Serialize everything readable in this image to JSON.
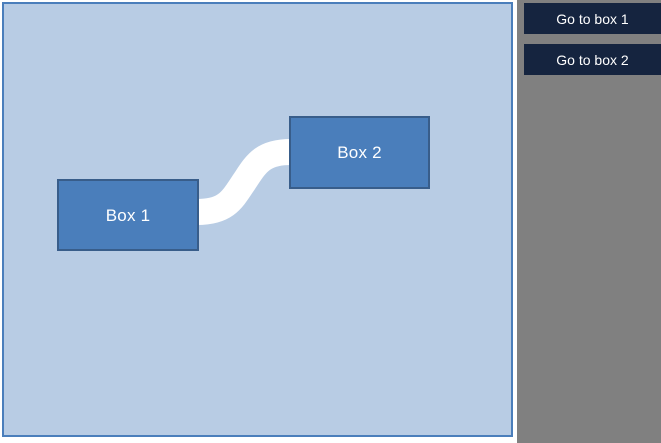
{
  "canvas": {
    "background_color": "#b8cce4",
    "border_color": "#4a7ebb",
    "boxes": [
      {
        "id": "box-1",
        "label": "Box 1",
        "fill_color": "#4a7ebb",
        "border_color": "#385d8a",
        "text_color": "#ffffff"
      },
      {
        "id": "box-2",
        "label": "Box 2",
        "fill_color": "#4a7ebb",
        "border_color": "#385d8a",
        "text_color": "#ffffff"
      }
    ],
    "connector": {
      "name": "s-curve-connector",
      "from": "Box 1",
      "to": "Box 2",
      "color": "#ffffff"
    }
  },
  "side_panel": {
    "background_color": "#808080",
    "buttons": [
      {
        "label": "Go to box 1",
        "background_color": "#15243f",
        "text_color": "#ffffff"
      },
      {
        "label": "Go to box 2",
        "background_color": "#15243f",
        "text_color": "#ffffff"
      }
    ]
  }
}
